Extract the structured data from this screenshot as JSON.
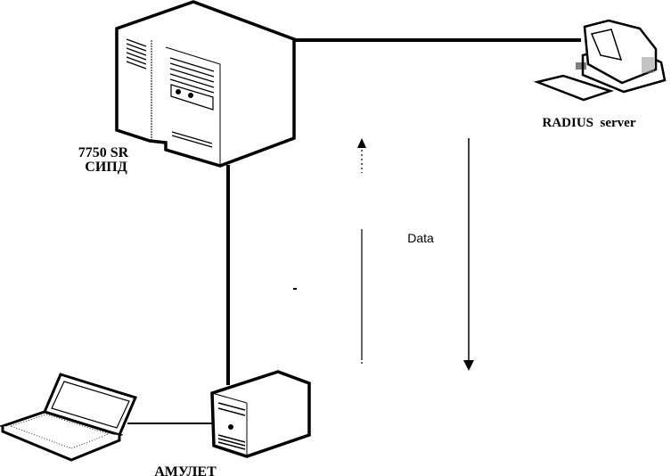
{
  "diagram": {
    "nodes": {
      "router": {
        "label_line1": "7750 SR",
        "label_line2": "СИПД"
      },
      "radius": {
        "label": "RADIUS  server"
      },
      "amulet": {
        "label": "АМУЛЕТ"
      },
      "laptop": {
        "label": ""
      }
    },
    "flow": {
      "label": "Data"
    },
    "links": [
      {
        "from": "router",
        "to": "radius"
      },
      {
        "from": "router",
        "to": "amulet"
      },
      {
        "from": "amulet",
        "to": "laptop"
      }
    ],
    "colors": {
      "stroke": "#000000",
      "background": "#ffffff"
    }
  }
}
